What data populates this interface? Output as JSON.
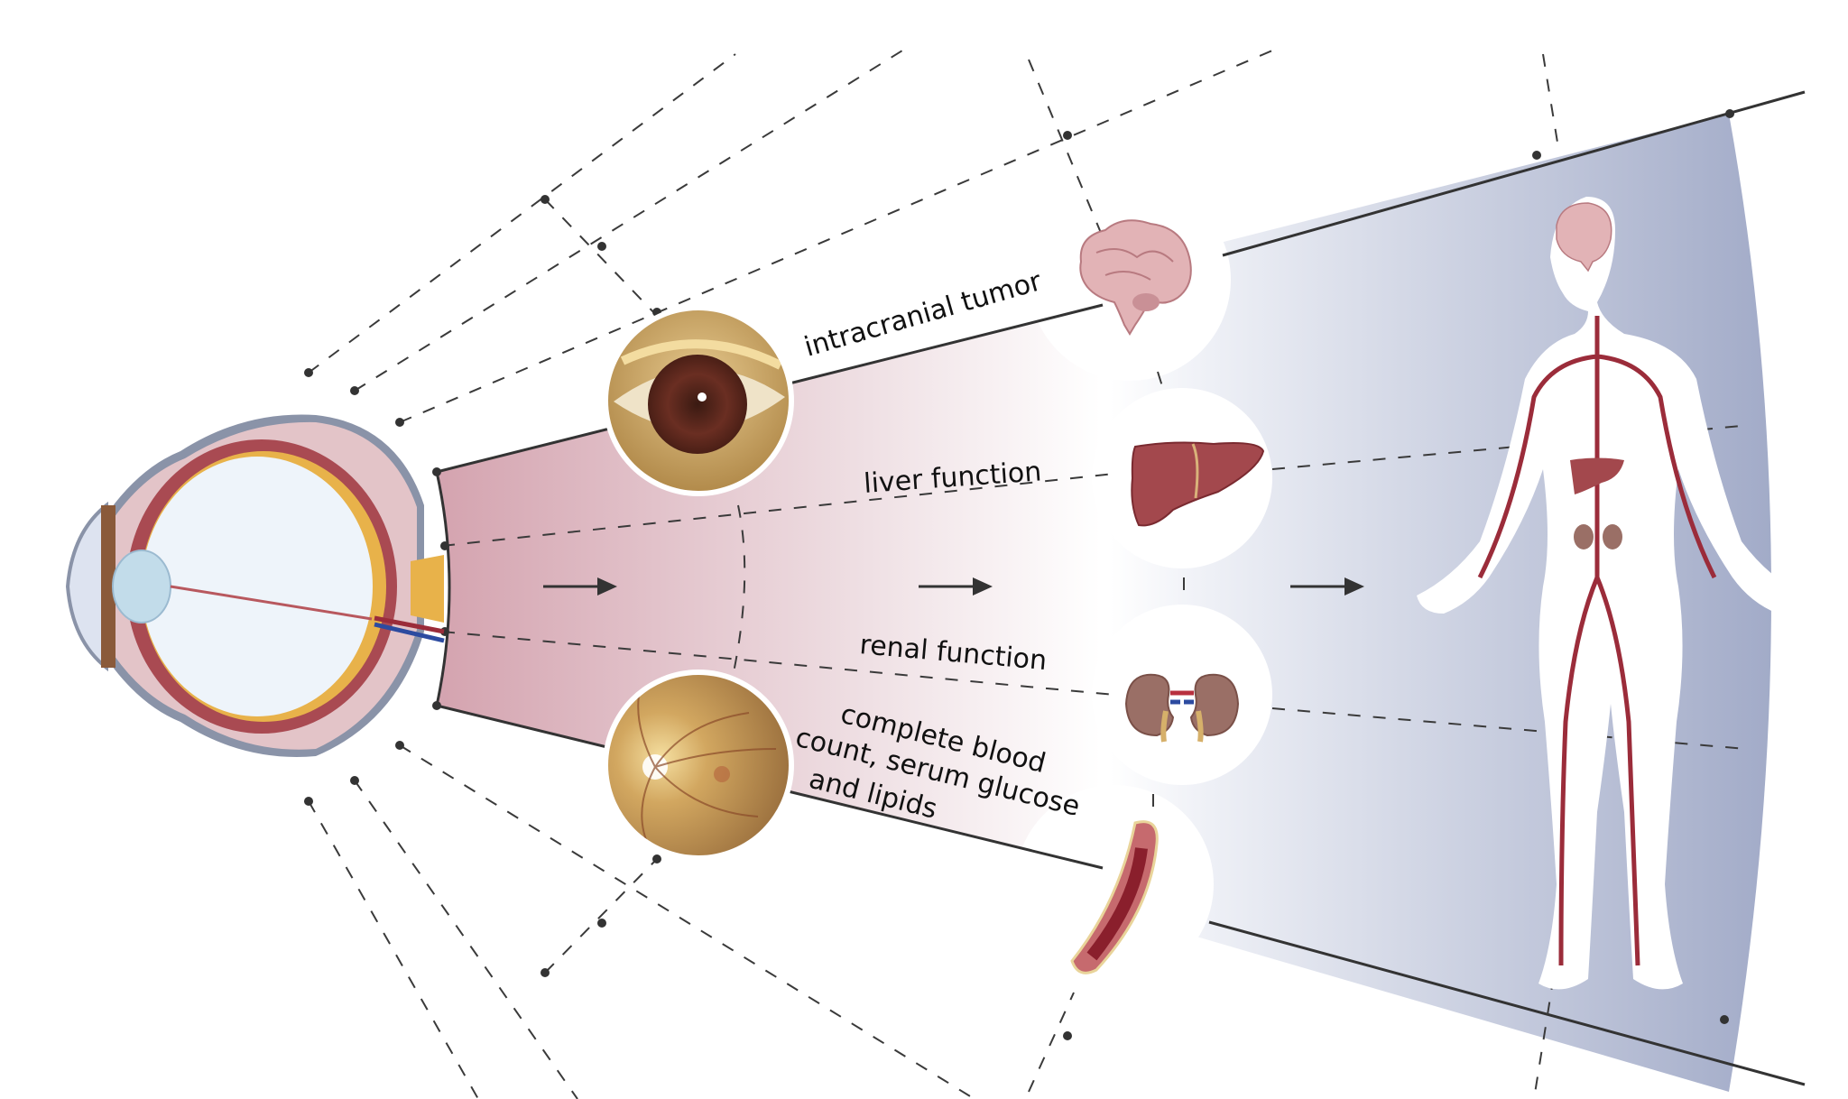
{
  "figure": {
    "source_organ": "eye",
    "target": "whole-body systemic circulation",
    "flow_arrows": 3
  },
  "photos": [
    {
      "id": "external-eye",
      "description": "external eye photograph"
    },
    {
      "id": "fundus",
      "description": "retinal fundus photograph"
    }
  ],
  "labels": {
    "intracranial": "intracranial tumor",
    "liver": "liver function",
    "renal": "renal function",
    "blood_line1": "complete blood",
    "blood_line2": "count, serum glucose",
    "blood_line3": "and lipids"
  },
  "organs": [
    {
      "name": "brain",
      "label_ref": "intracranial tumor"
    },
    {
      "name": "liver",
      "label_ref": "liver function"
    },
    {
      "name": "kidneys",
      "label_ref": "renal function"
    },
    {
      "name": "blood-vessel",
      "label_ref": "complete blood count, serum glucose and lipids"
    }
  ],
  "colors": {
    "pink_band": "#d7a9b4",
    "pink_band_light": "#f6eef0",
    "blue_band_light": "#eef0f6",
    "blue_band_dark": "#a3acc9",
    "artery": "#9b2c3a",
    "liver": "#a3484d",
    "kidney": "#9a6f66",
    "brain": "#e2b3b6",
    "line": "#333333"
  }
}
